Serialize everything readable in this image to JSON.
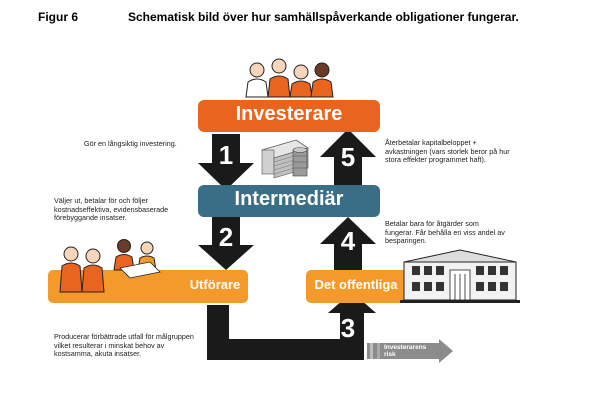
{
  "figure": {
    "label": "Figur 6",
    "title": "Schematisk bild över hur samhällspåverkande obligationer fungerar."
  },
  "boxes": {
    "investors": "Investerare",
    "intermediary": "Intermediär",
    "provider": "Utförare",
    "public": "Det offentliga"
  },
  "steps": [
    "1",
    "2",
    "3",
    "4",
    "5"
  ],
  "notes": {
    "step1": "Gör en långsiktig investering.",
    "step2": "Väljer ut, betalar för och följer kostnadseffektiva, evidensbaserade förebyggande insatser.",
    "step3": "Producerar förbättrade utfall för målgruppen vilket resulterar i minskat behov av kostsamma, akuta insatser.",
    "step4": "Betalar bara för åtgärder som fungerar. Får behålla en viss andel av besparingen.",
    "step5": "Återbetalar kapitalbeloppet + avkastningen (vars storlek beror på hur stora effekter programmet haft)."
  },
  "risk_label": "Investerarens risk",
  "colors": {
    "orange_dark": "#e8641f",
    "orange_light": "#f39a2a",
    "teal": "#3a6e86",
    "arrow": "#1a1a1a",
    "risk_grey": "#8c8c8c"
  },
  "icons": {
    "investors": "people-group-icon",
    "money": "money-stack-icon",
    "provider": "caregivers-icon",
    "public": "government-building-icon"
  }
}
